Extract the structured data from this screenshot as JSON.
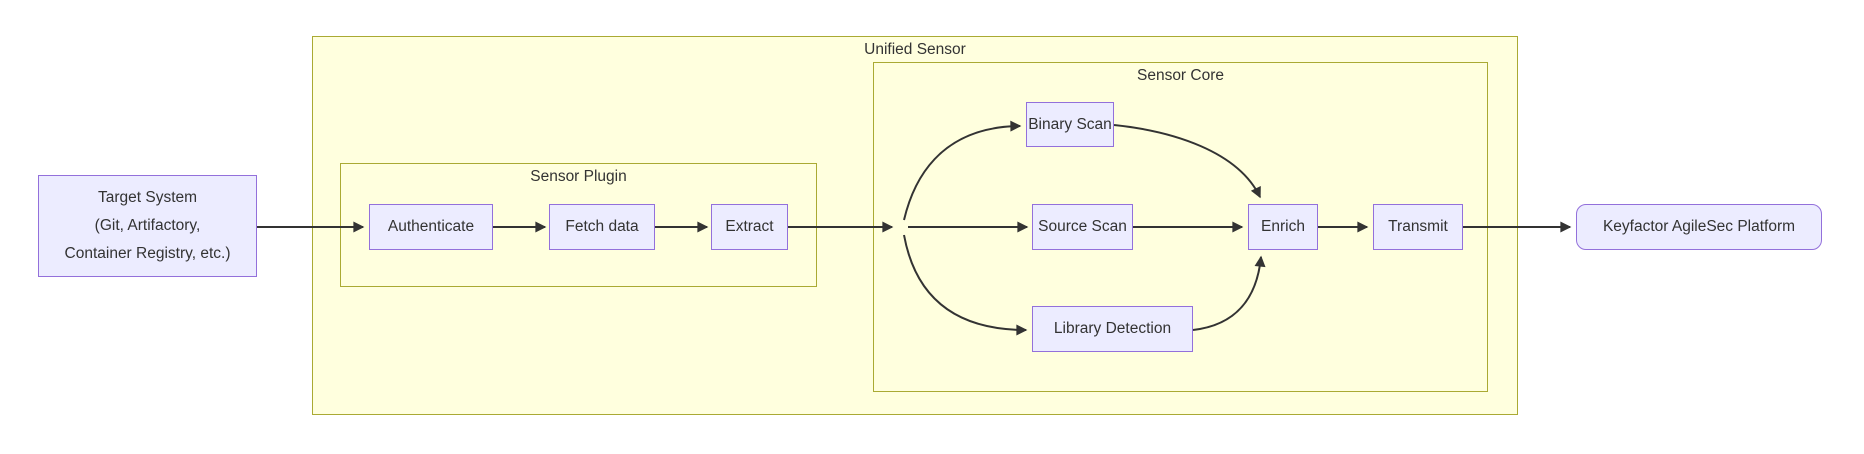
{
  "diagram": {
    "type": "flowchart-left-to-right",
    "clusters": {
      "unified_sensor": {
        "label": "Unified Sensor"
      },
      "sensor_plugin": {
        "label": "Sensor Plugin"
      },
      "sensor_core": {
        "label": "Sensor Core"
      }
    },
    "nodes": {
      "target_system": {
        "line1": "Target System",
        "line2": "(Git, Artifactory,",
        "line3": "Container Registry, etc.)"
      },
      "authenticate": {
        "label": "Authenticate"
      },
      "fetch_data": {
        "label": "Fetch data"
      },
      "extract": {
        "label": "Extract"
      },
      "binary_scan": {
        "label": "Binary Scan"
      },
      "source_scan": {
        "label": "Source Scan"
      },
      "library_detection": {
        "label": "Library Detection"
      },
      "enrich": {
        "label": "Enrich"
      },
      "transmit": {
        "label": "Transmit"
      },
      "platform": {
        "label": "Keyfactor AgileSec Platform"
      }
    },
    "edges": [
      {
        "from": "Target System (Git, Artifactory, Container Registry, etc.)",
        "to": "Authenticate"
      },
      {
        "from": "Authenticate",
        "to": "Fetch data"
      },
      {
        "from": "Fetch data",
        "to": "Extract"
      },
      {
        "from": "Extract",
        "to": "branch-point"
      },
      {
        "from": "branch-point",
        "to": "Binary Scan"
      },
      {
        "from": "branch-point",
        "to": "Source Scan"
      },
      {
        "from": "branch-point",
        "to": "Library Detection"
      },
      {
        "from": "Binary Scan",
        "to": "Enrich"
      },
      {
        "from": "Source Scan",
        "to": "Enrich"
      },
      {
        "from": "Library Detection",
        "to": "Enrich"
      },
      {
        "from": "Enrich",
        "to": "Transmit"
      },
      {
        "from": "Transmit",
        "to": "Keyfactor AgileSec Platform"
      }
    ],
    "colors": {
      "node_fill": "#ECECFF",
      "node_border": "#9370DB",
      "cluster_fill": "#ffffde",
      "cluster_border": "#aaaa33",
      "edge_stroke": "#333333",
      "text": "#333333",
      "background": "#ffffff"
    }
  }
}
